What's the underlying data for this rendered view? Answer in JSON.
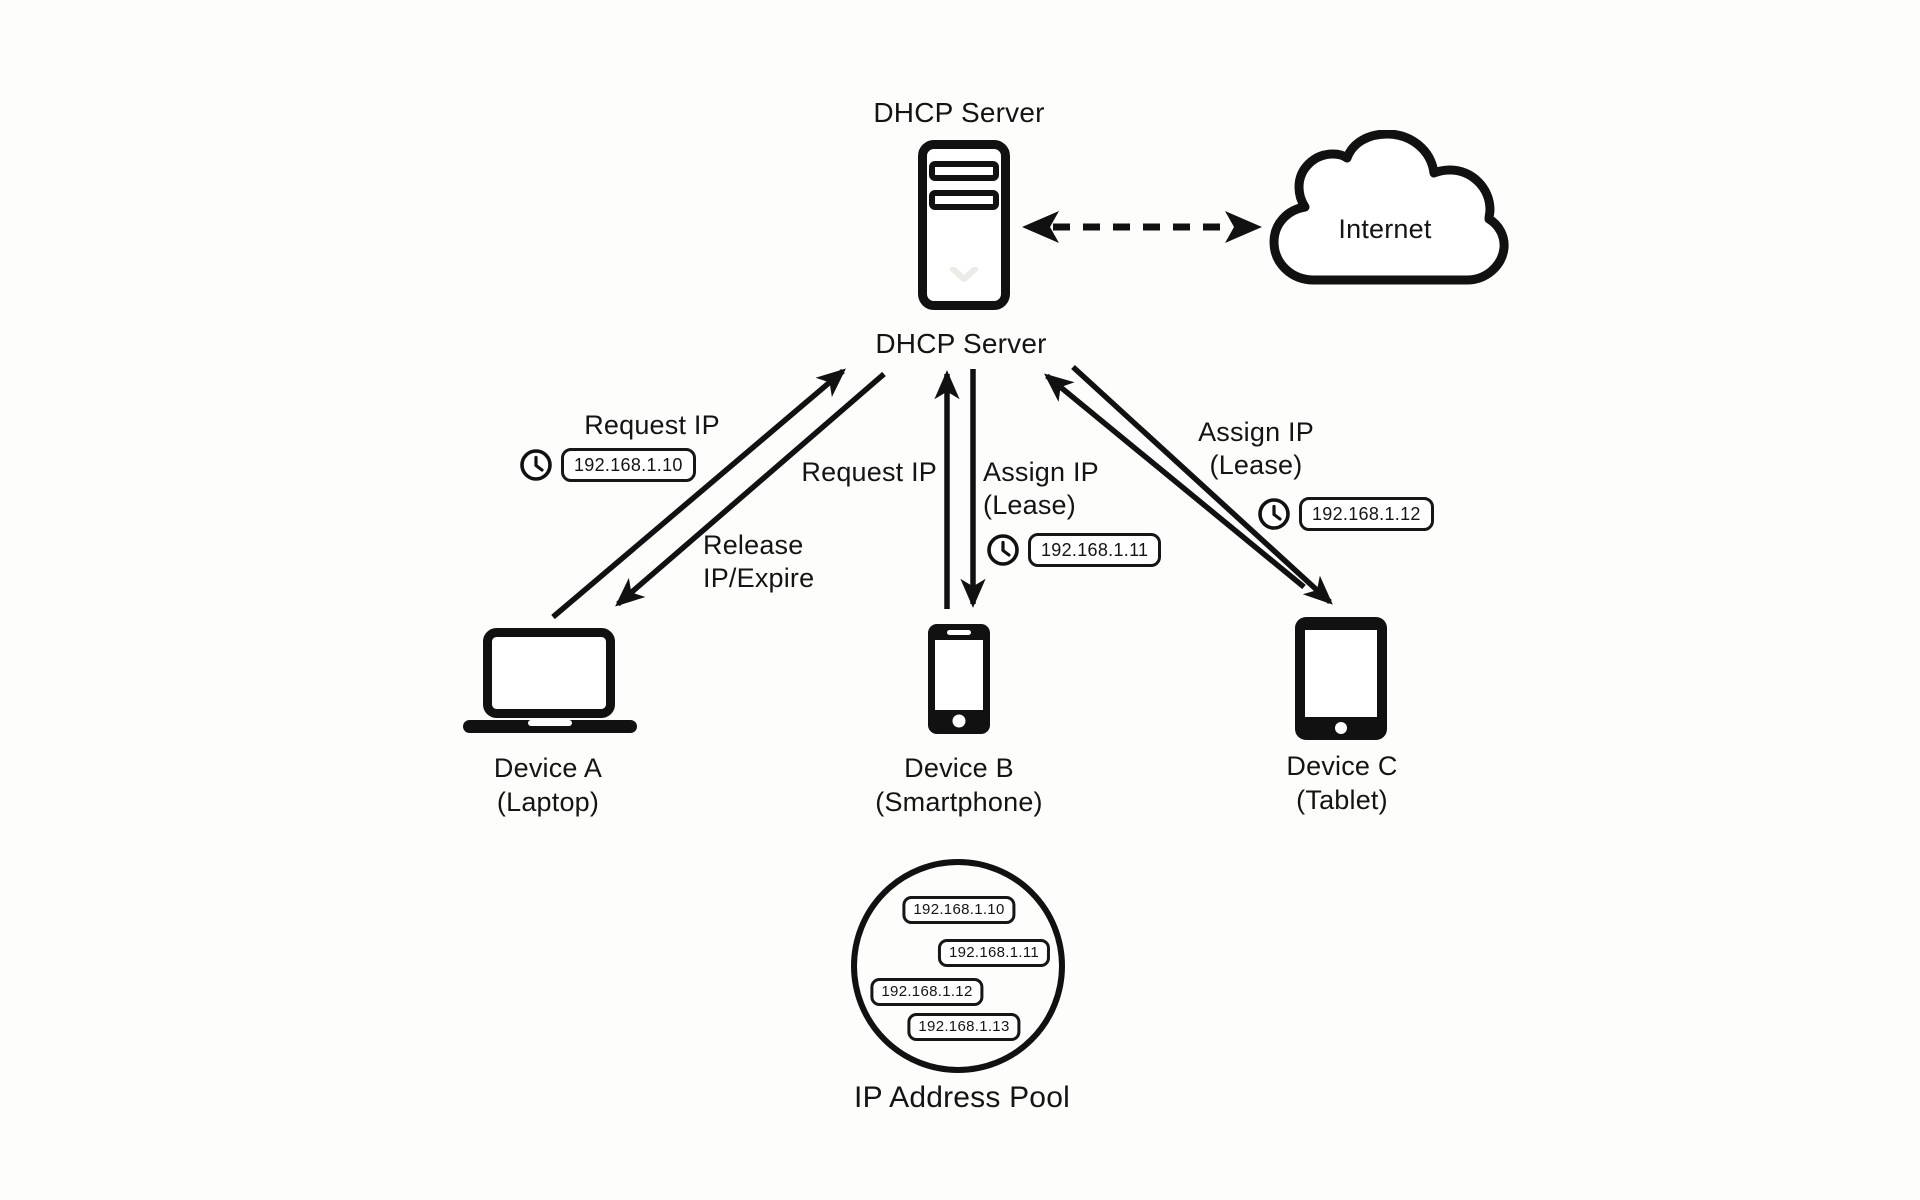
{
  "server": {
    "title": "DHCP Server",
    "label": "DHCP Server"
  },
  "internet": {
    "label": "Internet"
  },
  "flows": {
    "device_a_request": {
      "label": "Request IP",
      "ip": "192.168.1.10"
    },
    "device_a_release": {
      "line1": "Release",
      "line2": "IP/Expire"
    },
    "device_b_request": {
      "label": "Request IP"
    },
    "device_b_assign": {
      "line1": "Assign IP",
      "line2": "(Lease)",
      "ip": "192.168.1.11"
    },
    "device_c_assign": {
      "line1": "Assign IP",
      "line2": "(Lease)",
      "ip": "192.168.1.12"
    }
  },
  "devices": {
    "a": {
      "name": "Device A",
      "kind": "(Laptop)"
    },
    "b": {
      "name": "Device B",
      "kind": "(Smartphone)"
    },
    "c": {
      "name": "Device C",
      "kind": "(Tablet)"
    }
  },
  "pool": {
    "label": "IP Address Pool",
    "ips": [
      "192.168.1.10",
      "192.168.1.11",
      "192.168.1.12",
      "192.168.1.13"
    ]
  },
  "colors": {
    "ink": "#111111",
    "background": "#fdfdfc"
  }
}
